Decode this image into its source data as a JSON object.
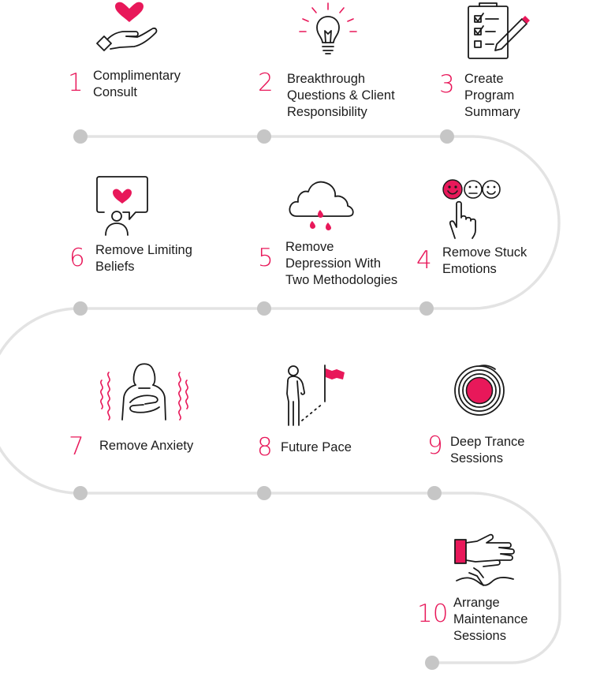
{
  "colors": {
    "accent": "#e8185a",
    "path": "#e3e3e3",
    "dot": "#c6c6c6",
    "text": "#1c1c1c",
    "icon_stroke": "#1a1a1a"
  },
  "steps": [
    {
      "number": "1",
      "label": "Complimentary\nConsult",
      "icon": "heart-in-hand-icon"
    },
    {
      "number": "2",
      "label": "Breakthrough\nQuestions & Client\nResponsibility",
      "icon": "lightbulb-icon"
    },
    {
      "number": "3",
      "label": "Create\nProgram\nSummary",
      "icon": "checklist-pencil-icon"
    },
    {
      "number": "4",
      "label": "Remove Stuck\nEmotions",
      "icon": "emotion-faces-hand-icon"
    },
    {
      "number": "5",
      "label": "Remove\nDepression With\nTwo Methodologies",
      "icon": "rain-cloud-icon"
    },
    {
      "number": "6",
      "label": "Remove Limiting\nBeliefs",
      "icon": "thought-bubble-heart-icon"
    },
    {
      "number": "7",
      "label": "Remove Anxiety",
      "icon": "anxious-person-icon"
    },
    {
      "number": "8",
      "label": "Future Pace",
      "icon": "person-flag-icon"
    },
    {
      "number": "9",
      "label": "Deep Trance\nSessions",
      "icon": "spiral-target-icon"
    },
    {
      "number": "10",
      "label": "Arrange\nMaintenance\nSessions",
      "icon": "handshake-icon"
    }
  ]
}
